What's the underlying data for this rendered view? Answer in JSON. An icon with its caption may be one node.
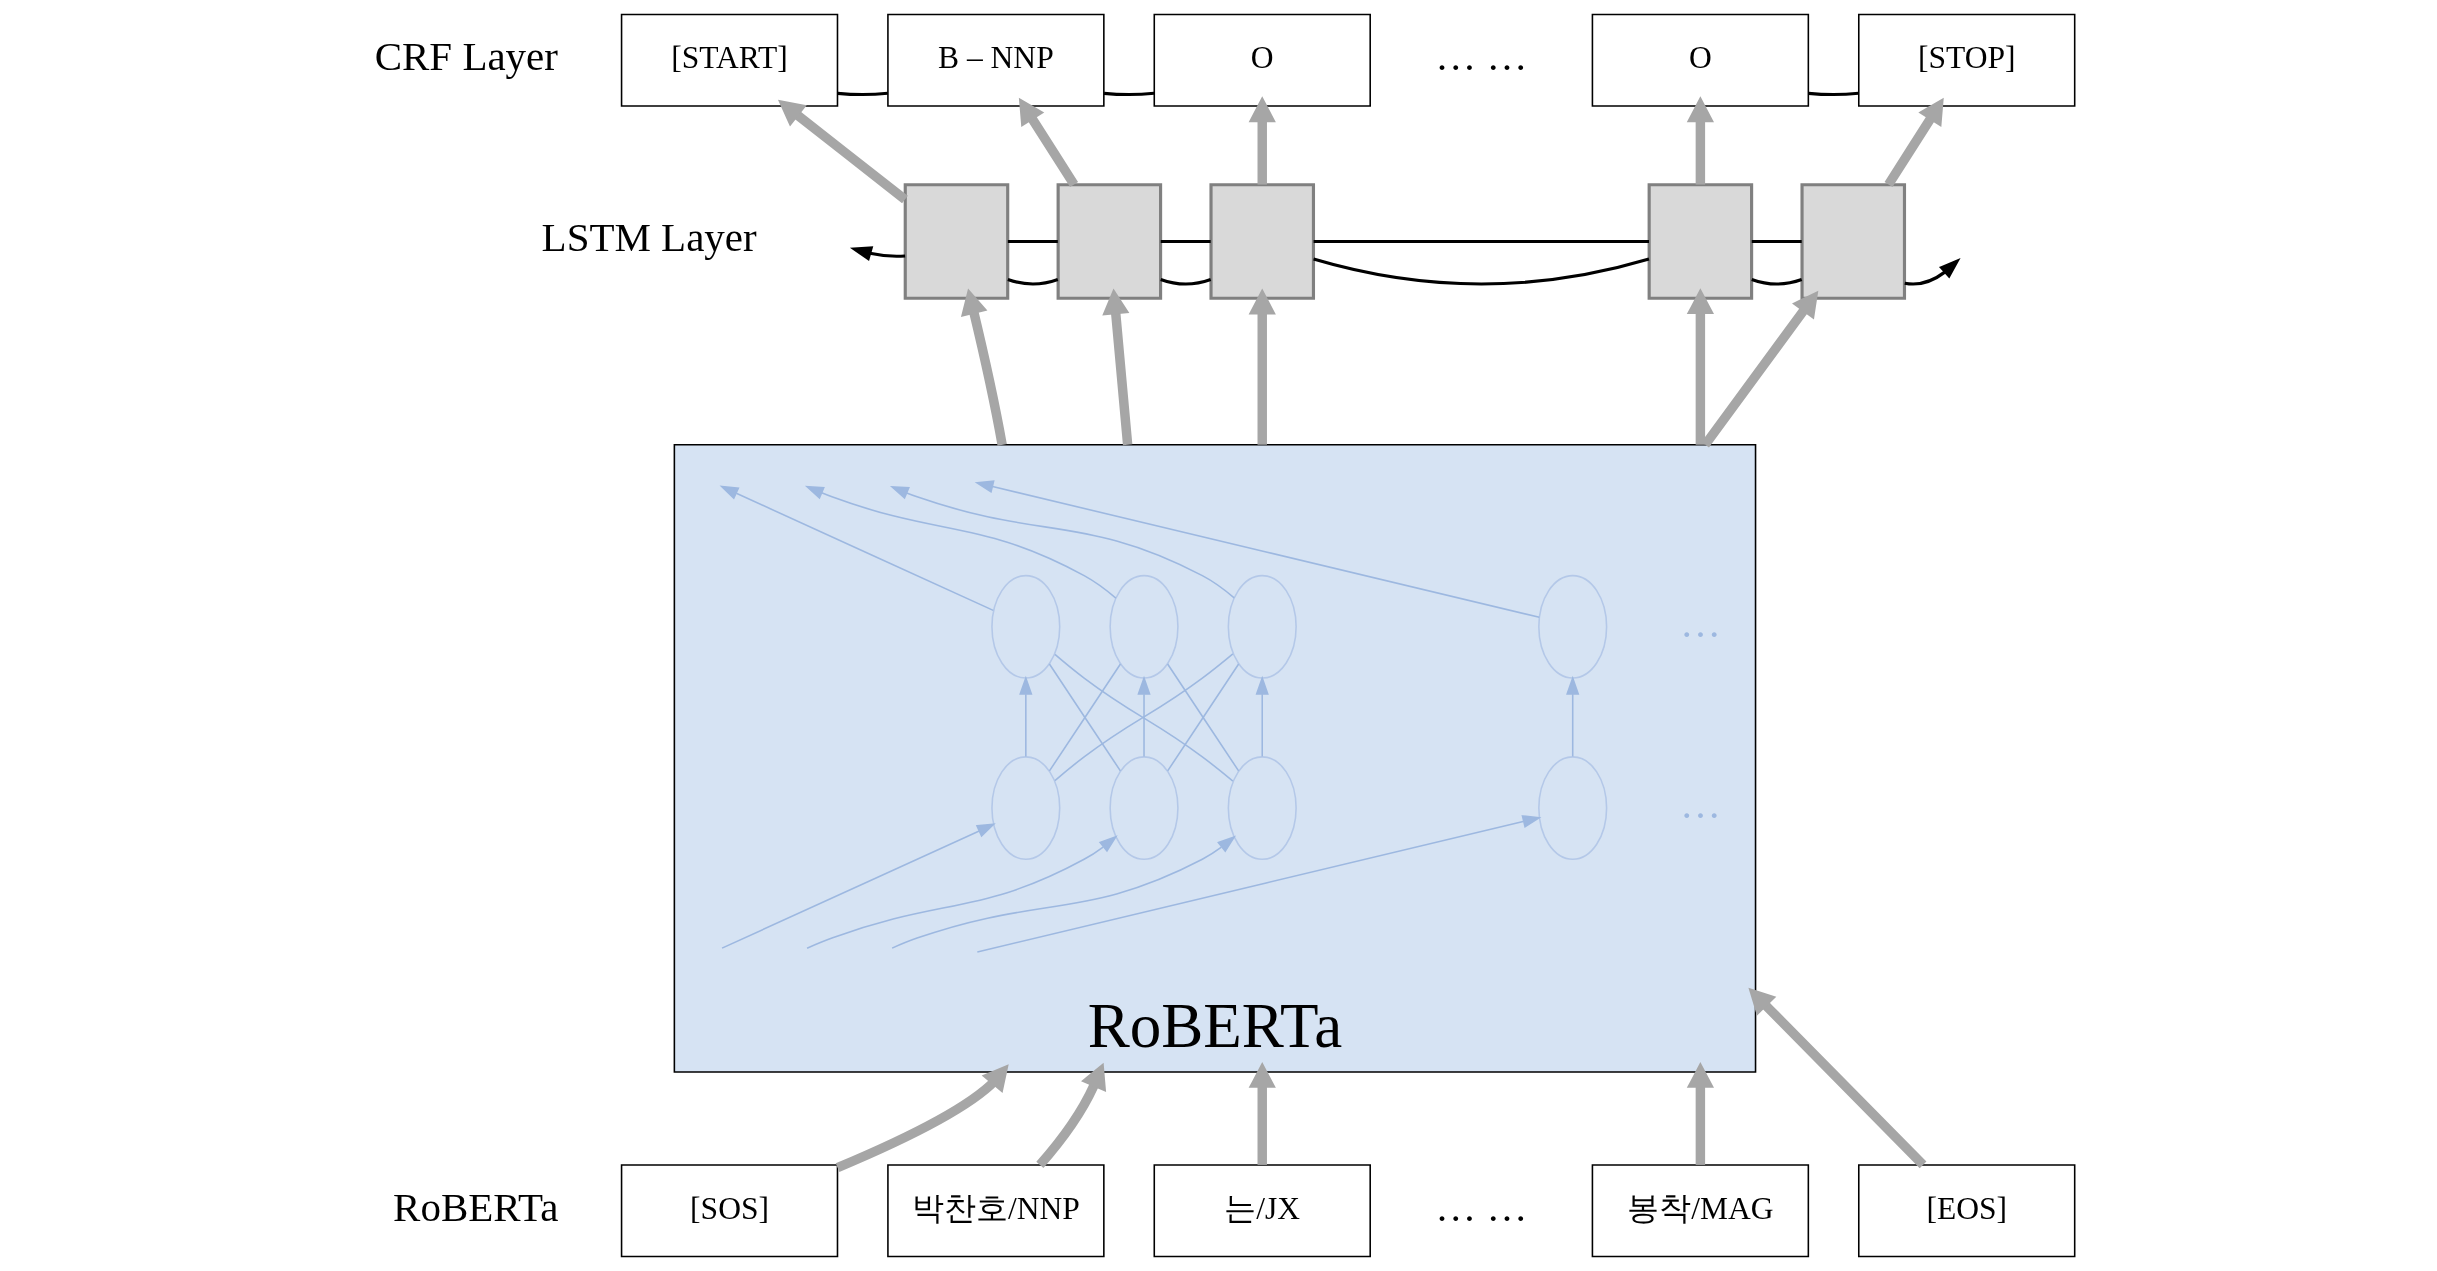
{
  "diagram": {
    "nodes": [
      {
        "text": [
          "[START]"
        ]
      },
      {
        "text": [
          "B – NNP"
        ]
      },
      {
        "text": [
          "O"
        ]
      },
      {
        "text": [
          "O"
        ]
      },
      {
        "text": [
          "[STOP]"
        ]
      },
      {
        "text": [],
        "shape": "box"
      },
      {
        "text": [],
        "shape": "box"
      },
      {
        "text": [],
        "shape": "box"
      },
      {
        "text": [],
        "shape": "box"
      },
      {
        "text": [],
        "shape": "box"
      },
      {
        "text": [
          "RoBERTa"
        ]
      },
      {
        "text": [],
        "shape": "circle",
        "in": 10
      },
      {
        "text": [],
        "shape": "circle",
        "in": 10
      },
      {
        "text": [],
        "shape": "circle",
        "in": 10
      },
      {
        "text": [],
        "shape": "circle",
        "in": 10
      },
      {
        "text": [],
        "shape": "circle",
        "in": 10
      },
      {
        "text": [],
        "shape": "circle",
        "in": 10
      },
      {
        "text": [],
        "shape": "circle",
        "in": 10
      },
      {
        "text": [],
        "shape": "circle",
        "in": 10
      },
      {
        "text": [
          "[SOS]"
        ]
      },
      {
        "text": [
          "박찬호/NNP"
        ]
      },
      {
        "text": [
          "는/JX"
        ]
      },
      {
        "text": [
          "봉착/MAG"
        ]
      },
      {
        "text": [
          "[EOS]"
        ]
      }
    ],
    "edges": [
      {
        "from": 0,
        "to": 1,
        "arrow": "none",
        "color": "#000000"
      },
      {
        "from": 1,
        "to": 2,
        "arrow": "none",
        "color": "#000000"
      },
      {
        "from": 3,
        "to": 4,
        "arrow": "none",
        "color": "#000000"
      },
      {
        "from": 5,
        "to": 6,
        "arrow": "none",
        "color": "#000000"
      },
      {
        "from": 6,
        "to": 7,
        "arrow": "none",
        "color": "#000000"
      },
      {
        "from": 7,
        "to": 8,
        "arrow": "none",
        "color": "#000000"
      },
      {
        "from": 8,
        "to": 9,
        "arrow": "none",
        "color": "#000000"
      },
      {
        "from": 9,
        "to": null,
        "arrow": "to",
        "color": "#000000"
      },
      {
        "from": 9,
        "to": 8,
        "arrow": "none",
        "color": "#000000"
      },
      {
        "from": 8,
        "to": 7,
        "arrow": "none",
        "color": "#000000"
      },
      {
        "from": 7,
        "to": 6,
        "arrow": "none",
        "color": "#000000"
      },
      {
        "from": 6,
        "to": 5,
        "arrow": "none",
        "color": "#000000"
      },
      {
        "from": 5,
        "to": null,
        "arrow": "to",
        "color": "#000000"
      },
      {
        "from": 5,
        "to": 0,
        "arrow": "to",
        "style": "thick",
        "color": "#a6a6a6"
      },
      {
        "from": 6,
        "to": 1,
        "arrow": "to",
        "style": "thick",
        "color": "#a6a6a6"
      },
      {
        "from": 7,
        "to": 2,
        "arrow": "to",
        "style": "thick",
        "color": "#a6a6a6"
      },
      {
        "from": 8,
        "to": 3,
        "arrow": "to",
        "style": "thick",
        "color": "#a6a6a6"
      },
      {
        "from": 9,
        "to": 4,
        "arrow": "to",
        "style": "thick",
        "color": "#a6a6a6"
      },
      {
        "from": 10,
        "to": 5,
        "arrow": "to",
        "style": "thick",
        "color": "#a6a6a6"
      },
      {
        "from": 10,
        "to": 6,
        "arrow": "to",
        "style": "thick",
        "color": "#a6a6a6"
      },
      {
        "from": 10,
        "to": 7,
        "arrow": "to",
        "style": "thick",
        "color": "#a6a6a6"
      },
      {
        "from": 10,
        "to": 8,
        "arrow": "to",
        "style": "thick",
        "color": "#a6a6a6"
      },
      {
        "from": 10,
        "to": 9,
        "arrow": "to",
        "style": "thick",
        "color": "#a6a6a6"
      },
      {
        "from": 19,
        "to": 10,
        "arrow": "to",
        "style": "thick",
        "color": "#a6a6a6"
      },
      {
        "from": 20,
        "to": 10,
        "arrow": "to",
        "style": "thick",
        "color": "#a6a6a6"
      },
      {
        "from": 21,
        "to": 10,
        "arrow": "to",
        "style": "thick",
        "color": "#a6a6a6"
      },
      {
        "from": 22,
        "to": 10,
        "arrow": "to",
        "style": "thick",
        "color": "#a6a6a6"
      },
      {
        "from": 23,
        "to": 10,
        "arrow": "to",
        "style": "thick",
        "color": "#a6a6a6"
      },
      {
        "from": null,
        "to": 15,
        "arrow": "to",
        "color": "#9db8e0"
      },
      {
        "from": null,
        "to": 16,
        "arrow": "to",
        "color": "#9db8e0"
      },
      {
        "from": null,
        "to": 17,
        "arrow": "to",
        "color": "#9db8e0"
      },
      {
        "from": null,
        "to": 18,
        "arrow": "to",
        "color": "#9db8e0"
      },
      {
        "from": 15,
        "to": 11,
        "arrow": "to",
        "color": "#9db8e0"
      },
      {
        "from": 16,
        "to": 12,
        "arrow": "to",
        "color": "#9db8e0"
      },
      {
        "from": 17,
        "to": 13,
        "arrow": "to",
        "color": "#9db8e0"
      },
      {
        "from": 18,
        "to": 14,
        "arrow": "to",
        "color": "#9db8e0"
      },
      {
        "from": 15,
        "to": 12,
        "arrow": "none",
        "color": "#9db8e0"
      },
      {
        "from": 15,
        "to": 13,
        "arrow": "none",
        "color": "#9db8e0"
      },
      {
        "from": 16,
        "to": 11,
        "arrow": "none",
        "color": "#9db8e0"
      },
      {
        "from": 16,
        "to": 13,
        "arrow": "none",
        "color": "#9db8e0"
      },
      {
        "from": 17,
        "to": 11,
        "arrow": "none",
        "color": "#9db8e0"
      },
      {
        "from": 17,
        "to": 12,
        "arrow": "none",
        "color": "#9db8e0"
      },
      {
        "from": 11,
        "to": null,
        "arrow": "to",
        "color": "#9db8e0"
      },
      {
        "from": 12,
        "to": null,
        "arrow": "to",
        "color": "#9db8e0"
      },
      {
        "from": 13,
        "to": null,
        "arrow": "to",
        "color": "#9db8e0"
      },
      {
        "from": 14,
        "to": null,
        "arrow": "to",
        "color": "#9db8e0"
      }
    ],
    "labels": [
      "CRF Layer",
      "… …",
      "LSTM Layer",
      "…",
      "…",
      "RoBERTa",
      "… …"
    ]
  }
}
